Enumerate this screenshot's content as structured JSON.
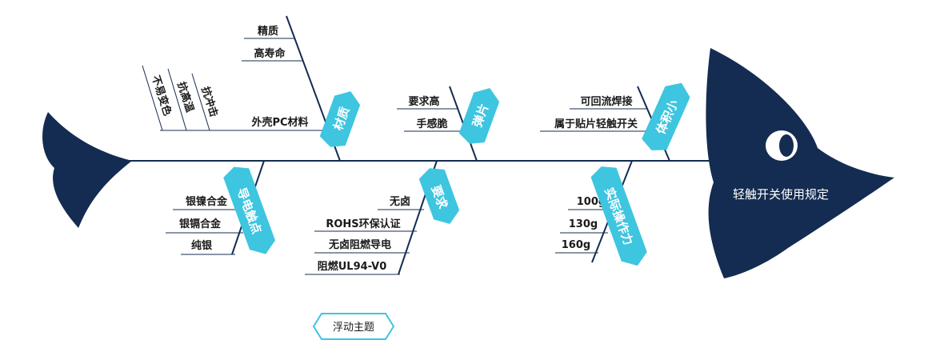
{
  "head": {
    "label": "轻触开关使用规定"
  },
  "float_topic": {
    "label": "浮动主题"
  },
  "categories": {
    "material": {
      "label": "材质",
      "items": [
        "精质",
        "高寿命",
        "外壳PC材料"
      ],
      "sub_items": [
        "不易变色",
        "抗高温",
        "抗冲击"
      ]
    },
    "spring": {
      "label": "弹片",
      "items": [
        "要求高",
        "手感脆"
      ]
    },
    "volume": {
      "label": "体积小",
      "items": [
        "可回流焊接",
        "属于贴片轻触开关"
      ]
    },
    "contact": {
      "label": "导电触点",
      "items": [
        "银镍合金",
        "银镉合金",
        "纯银"
      ]
    },
    "requirement": {
      "label": "要求",
      "items": [
        "无卤",
        "ROHS环保认证",
        "无卤阻燃导电",
        "阻燃UL94-V0"
      ]
    },
    "force": {
      "label": "实际操作力",
      "items": [
        "100g",
        "130g",
        "160g"
      ]
    }
  },
  "colors": {
    "navy": "#142c51",
    "cyan": "#3ec5e0",
    "line": "#142c51"
  }
}
